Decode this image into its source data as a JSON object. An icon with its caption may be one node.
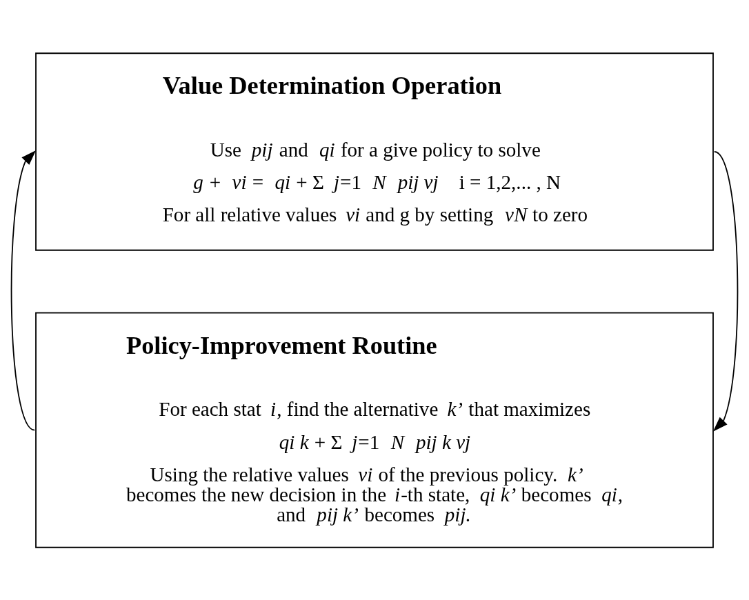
{
  "diagram": {
    "nodes": [
      {
        "text": [
          "Value Determination Operation",
          "Use *pij* and *qi* for a give policy to solve",
          "*g* + *vi* = *qi* + Σ *j*=1 *N* *pij vj*    i = 1,2,... , N",
          "For all relative values *vi* and g by setting *vN* to zero"
        ]
      },
      {
        "text": [
          "Policy-Improvement Routine",
          "For each stat *i*, find the alternative *k’* that maximizes",
          "*qi k* + Σ *j*=1 *N* *pij k vj*",
          "Using the relative values *vi* of the previous policy. *k’*    becomes the new decision in the *i*-th state, *qi k’* becomes *qi*, and *pij k’* becomes *pij.*"
        ]
      }
    ],
    "edges": [
      {
        "from": 0,
        "to": 1,
        "arrow": "to"
      },
      {
        "from": 1,
        "to": 0,
        "arrow": "to"
      }
    ]
  }
}
